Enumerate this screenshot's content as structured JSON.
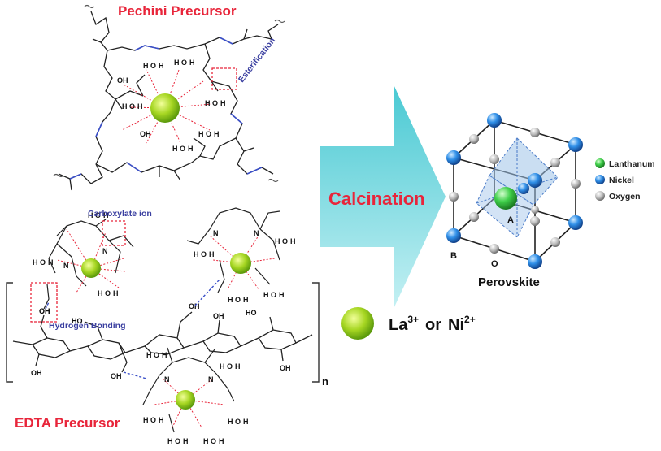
{
  "titles": {
    "pechini": "Pechini Precursor",
    "edta": "EDTA Precursor"
  },
  "annotations": {
    "esterification": "Esterification",
    "carboxylate_ion": "Carboxylate ion",
    "hydrogen_bonding": "Hydrogen Bonding",
    "polymer_subscript": "n"
  },
  "arrow": {
    "label": "Calcination",
    "fill_top": "#49c9d3",
    "fill_bottom": "#b7ecf0",
    "text_color": "#e8253a"
  },
  "perovskite": {
    "title": "Perovskite",
    "site_a": "A",
    "site_b": "B",
    "site_o": "O",
    "legend": [
      {
        "label": "Lanthanum",
        "color": "#3fcf4a"
      },
      {
        "label": "Nickel",
        "color": "#2f8fe8"
      },
      {
        "label": "Oxygen",
        "color": "#b9b9b9"
      }
    ]
  },
  "ion_legend": {
    "la": "La",
    "la_charge": "3+",
    "or": "or",
    "ni": "Ni",
    "ni_charge": "2+",
    "color": "#9bd21f"
  },
  "atoms": {
    "water_h": "H",
    "water_o": "O",
    "hydroxyl": "OH",
    "nitrogen": "N",
    "ho": "HO"
  }
}
